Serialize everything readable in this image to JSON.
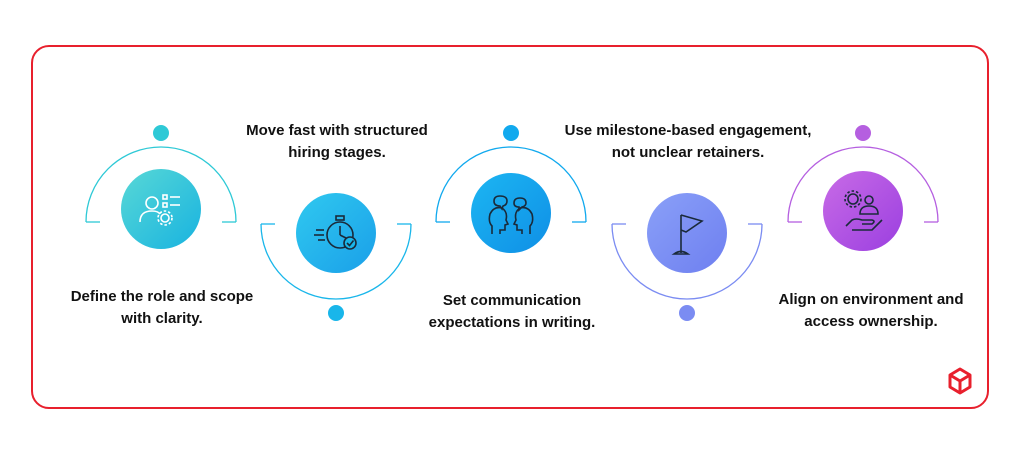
{
  "steps": [
    {
      "text": "Define the role and scope with clarity.",
      "icon": "person-checklist-gear-icon",
      "color": "#2ec9d6"
    },
    {
      "text": "Move fast with structured hiring stages.",
      "icon": "stopwatch-check-icon",
      "color": "#19b6ea"
    },
    {
      "text": "Set communication expectations in writing.",
      "icon": "two-people-talking-icon",
      "color": "#11a9ee"
    },
    {
      "text": "Use milestone-based engagement, not unclear retainers.",
      "icon": "flag-icon",
      "color": "#7b8cf2"
    },
    {
      "text": "Align on environment and access ownership.",
      "icon": "hand-gear-person-icon",
      "color": "#b55fe0"
    }
  ],
  "brand": {
    "logo": "cube-logo-icon",
    "color": "#e8202d"
  }
}
